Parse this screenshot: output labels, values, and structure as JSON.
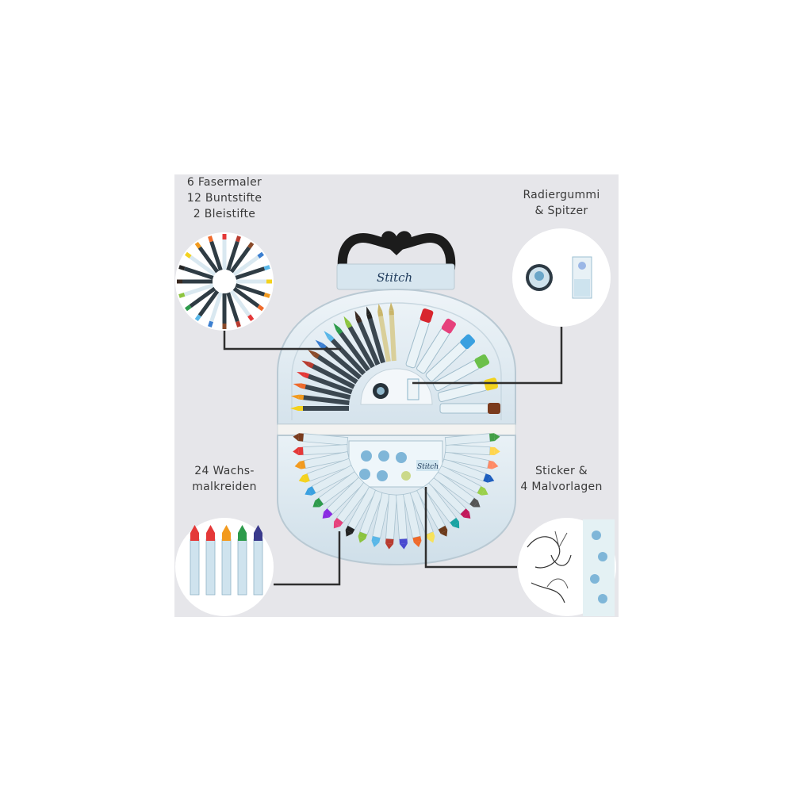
{
  "brand_label": "Stitch",
  "mini_brand_label": "Stitch",
  "callouts": {
    "pens": {
      "lines": [
        "6 Fasermaler",
        "12 Buntstifte",
        "2 Bleistifte"
      ]
    },
    "eraser": {
      "lines": [
        "Radiergummi",
        "& Spitzer"
      ]
    },
    "crayons": {
      "lines": [
        "24 Wachs-",
        "malkreiden"
      ]
    },
    "stickers": {
      "lines": [
        "Sticker &",
        "4 Malvorlagen"
      ]
    }
  },
  "contents": {
    "markers": 6,
    "colored_pencils": 12,
    "pencils": 2,
    "crayons": 24,
    "colouring_templates": 4
  },
  "colors": {
    "panel": "#e6e6ea",
    "case_fill": "#dfeaf1",
    "case_edge": "#b9c9d3",
    "handle": "#1c1c1c",
    "connector": "#2f2f2f",
    "accent": "#8ec7e3",
    "pencil_colors": [
      "#f4d21d",
      "#f29a1e",
      "#ef6a2b",
      "#e43838",
      "#b83b2f",
      "#8a4b2a",
      "#3c7fd0",
      "#59b7e8",
      "#2d9b4b",
      "#8cc43f",
      "#3a2a22",
      "#222222"
    ],
    "marker_colors": [
      "#d8262e",
      "#e6417c",
      "#3aa0e0",
      "#6cc04a",
      "#f1d21e",
      "#7a3b1d"
    ],
    "crayon_colors": [
      "#7a3b1d",
      "#e43838",
      "#f29a1e",
      "#f4d21d",
      "#3aa0e0",
      "#2d9b4b",
      "#8a2be2",
      "#e6417c",
      "#222222",
      "#8cc43f",
      "#59b7e8",
      "#b83b2f",
      "#4a4ad0",
      "#ef6a2b",
      "#f7e25a",
      "#6c3a1a",
      "#19a3a3",
      "#c2185b",
      "#555555",
      "#9ad04a",
      "#1f5fbf",
      "#ff8a65",
      "#ffd54f",
      "#43a047"
    ]
  }
}
